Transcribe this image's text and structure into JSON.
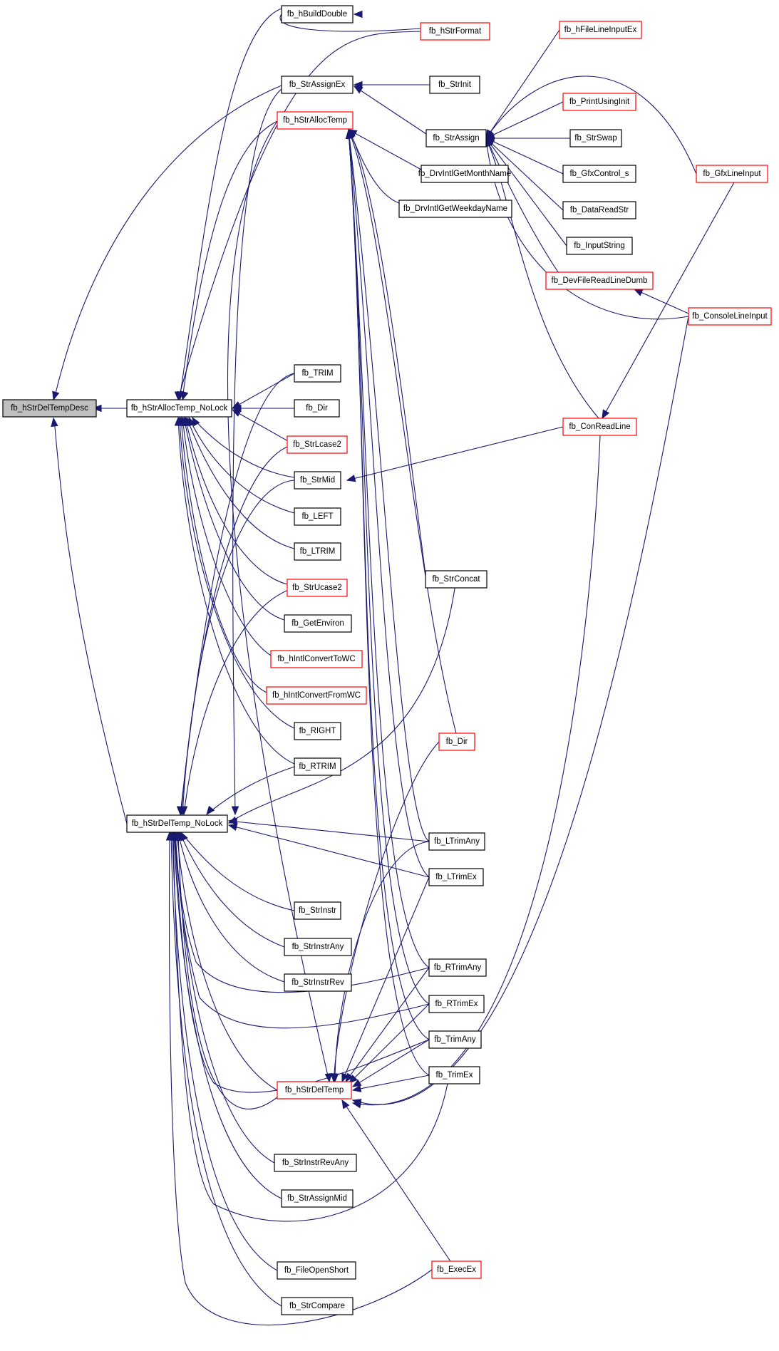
{
  "graph": {
    "type": "call-graph",
    "edge_color": "#191970",
    "node_border_default": "#000000",
    "node_border_incomplete": "#ff0000",
    "root_fill": "#bfbfbf",
    "nodes": [
      {
        "id": "root",
        "label": "fb_hStrDelTempDesc",
        "border": "black",
        "root": true
      },
      {
        "id": "allocNL",
        "label": "fb_hStrAllocTemp_NoLock",
        "border": "black"
      },
      {
        "id": "delNL",
        "label": "fb_hStrDelTemp_NoLock",
        "border": "black"
      },
      {
        "id": "buildDouble",
        "label": "fb_hBuildDouble",
        "border": "black"
      },
      {
        "id": "strAssignEx",
        "label": "fb_StrAssignEx",
        "border": "black"
      },
      {
        "id": "allocTemp",
        "label": "fb_hStrAllocTemp",
        "border": "red"
      },
      {
        "id": "TRIM",
        "label": "fb_TRIM",
        "border": "black"
      },
      {
        "id": "Dir1",
        "label": "fb_Dir",
        "border": "black"
      },
      {
        "id": "lcase2",
        "label": "fb_StrLcase2",
        "border": "red"
      },
      {
        "id": "strMid",
        "label": "fb_StrMid",
        "border": "black"
      },
      {
        "id": "LEFT",
        "label": "fb_LEFT",
        "border": "black"
      },
      {
        "id": "LTRIM",
        "label": "fb_LTRIM",
        "border": "black"
      },
      {
        "id": "ucase2",
        "label": "fb_StrUcase2",
        "border": "red"
      },
      {
        "id": "getEnv",
        "label": "fb_GetEnviron",
        "border": "black"
      },
      {
        "id": "toWC",
        "label": "fb_hIntlConvertToWC",
        "border": "red"
      },
      {
        "id": "fromWC",
        "label": "fb_hIntlConvertFromWC",
        "border": "red"
      },
      {
        "id": "RIGHT",
        "label": "fb_RIGHT",
        "border": "black"
      },
      {
        "id": "RTRIM",
        "label": "fb_RTRIM",
        "border": "black"
      },
      {
        "id": "strInstr",
        "label": "fb_StrInstr",
        "border": "black"
      },
      {
        "id": "strInstrAny",
        "label": "fb_StrInstrAny",
        "border": "black"
      },
      {
        "id": "strInstrRev",
        "label": "fb_StrInstrRev",
        "border": "black"
      },
      {
        "id": "delTemp",
        "label": "fb_hStrDelTemp",
        "border": "red"
      },
      {
        "id": "strInstrRevAny",
        "label": "fb_StrInstrRevAny",
        "border": "black"
      },
      {
        "id": "strAssignMid",
        "label": "fb_StrAssignMid",
        "border": "black"
      },
      {
        "id": "fileOpenShort",
        "label": "fb_FileOpenShort",
        "border": "black"
      },
      {
        "id": "strCompare",
        "label": "fb_StrCompare",
        "border": "black"
      },
      {
        "id": "strFormat",
        "label": "fb_hStrFormat",
        "border": "red"
      },
      {
        "id": "strInit",
        "label": "fb_StrInit",
        "border": "black"
      },
      {
        "id": "strAssign",
        "label": "fb_StrAssign",
        "border": "black"
      },
      {
        "id": "monthName",
        "label": "fb_DrvIntlGetMonthName",
        "border": "black"
      },
      {
        "id": "weekdayName",
        "label": "fb_DrvIntlGetWeekdayName",
        "border": "black"
      },
      {
        "id": "strConcat",
        "label": "fb_StrConcat",
        "border": "black"
      },
      {
        "id": "Dir2",
        "label": "fb_Dir",
        "border": "red"
      },
      {
        "id": "lTrimAny",
        "label": "fb_LTrimAny",
        "border": "black"
      },
      {
        "id": "lTrimEx",
        "label": "fb_LTrimEx",
        "border": "black"
      },
      {
        "id": "rTrimAny",
        "label": "fb_RTrimAny",
        "border": "black"
      },
      {
        "id": "rTrimEx",
        "label": "fb_RTrimEx",
        "border": "black"
      },
      {
        "id": "trimAny",
        "label": "fb_TrimAny",
        "border": "black"
      },
      {
        "id": "trimEx",
        "label": "fb_TrimEx",
        "border": "black"
      },
      {
        "id": "execEx",
        "label": "fb_ExecEx",
        "border": "red"
      },
      {
        "id": "fileLineInputEx",
        "label": "fb_hFileLineInputEx",
        "border": "red"
      },
      {
        "id": "printUsingInit",
        "label": "fb_PrintUsingInit",
        "border": "red"
      },
      {
        "id": "strSwap",
        "label": "fb_StrSwap",
        "border": "black"
      },
      {
        "id": "gfxControl",
        "label": "fb_GfxControl_s",
        "border": "black"
      },
      {
        "id": "dataReadStr",
        "label": "fb_DataReadStr",
        "border": "black"
      },
      {
        "id": "inputString",
        "label": "fb_InputString",
        "border": "black"
      },
      {
        "id": "devFileReadLineDumb",
        "label": "fb_DevFileReadLineDumb",
        "border": "red"
      },
      {
        "id": "conReadLine",
        "label": "fb_ConReadLine",
        "border": "red"
      },
      {
        "id": "gfxLineInput",
        "label": "fb_GfxLineInput",
        "border": "red"
      },
      {
        "id": "consoleLineInput",
        "label": "fb_ConsoleLineInput",
        "border": "red"
      }
    ]
  }
}
